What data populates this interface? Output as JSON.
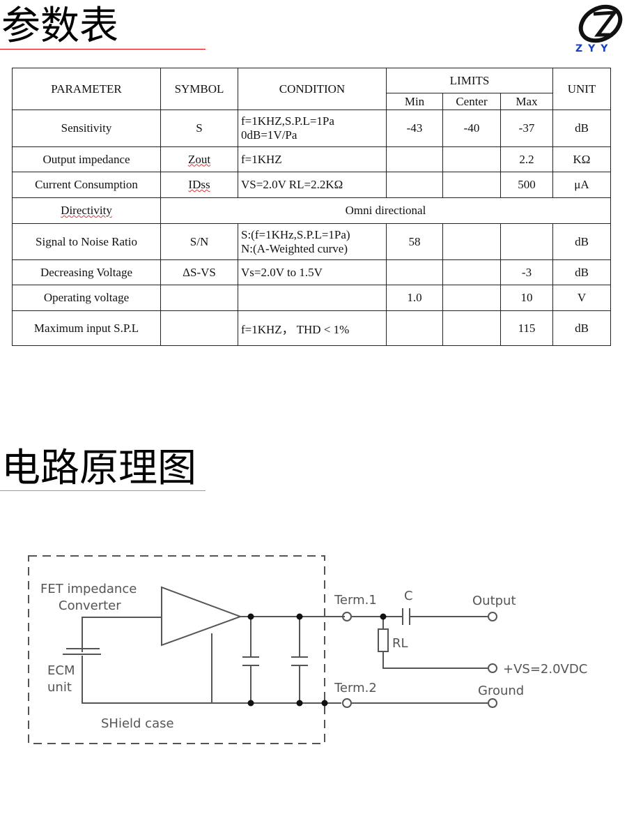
{
  "section1_title": "参数表",
  "section2_title": "电路原理图",
  "logo_text": "ZYY",
  "table": {
    "headers": {
      "parameter": "PARAMETER",
      "symbol": "SYMBOL",
      "condition": "CONDITION",
      "limits": "LIMITS",
      "min": "Min",
      "center": "Center",
      "max": "Max",
      "unit": "UNIT"
    },
    "rows": [
      {
        "parameter": "Sensitivity",
        "symbol": "S",
        "condition": [
          "f=1KHZ,S.P.L=1Pa",
          "0dB=1V/Pa"
        ],
        "min": "-43",
        "center": "-40",
        "max": "-37",
        "unit": "dB"
      },
      {
        "parameter": "Output impedance",
        "symbol": "Zout",
        "condition": [
          "f=1KHZ"
        ],
        "min": "",
        "center": "",
        "max": "2.2",
        "unit": "KΩ"
      },
      {
        "parameter": "Current Consumption",
        "symbol": "IDss",
        "condition": [
          "VS=2.0V RL=2.2KΩ"
        ],
        "min": "",
        "center": "",
        "max": "500",
        "unit": "μA"
      },
      {
        "parameter": "Directivity",
        "span_value": "Omni directional"
      },
      {
        "parameter": "Signal to Noise Ratio",
        "symbol": "S/N",
        "condition": [
          "S:(f=1KHz,S.P.L=1Pa)",
          "N:(A-Weighted curve)"
        ],
        "min": "58",
        "center": "",
        "max": "",
        "unit": "dB"
      },
      {
        "parameter": "Decreasing Voltage",
        "symbol": "ΔS-VS",
        "condition": [
          "Vs=2.0V to 1.5V"
        ],
        "min": "",
        "center": "",
        "max": "-3",
        "unit": "dB"
      },
      {
        "parameter": "Operating voltage",
        "symbol": "",
        "condition": [
          ""
        ],
        "min": "1.0",
        "center": "",
        "max": "10",
        "unit": "V"
      },
      {
        "parameter": "Maximum input S.P.L",
        "symbol": "",
        "condition": [
          "f=1KHZ， THD < 1%"
        ],
        "min": "",
        "center": "",
        "max": "115",
        "unit": "dB"
      }
    ]
  },
  "circuit": {
    "fet_label_1": "FET impedance",
    "fet_label_2": "Converter",
    "ecm_label_1": "ECM",
    "ecm_label_2": "unit",
    "shield_label": "SHield case",
    "term1": "Term.1",
    "term2": "Term.2",
    "cap": "C",
    "resistor": "RL",
    "output": "Output",
    "vs": "+VS=2.0VDC",
    "ground": "Ground"
  }
}
